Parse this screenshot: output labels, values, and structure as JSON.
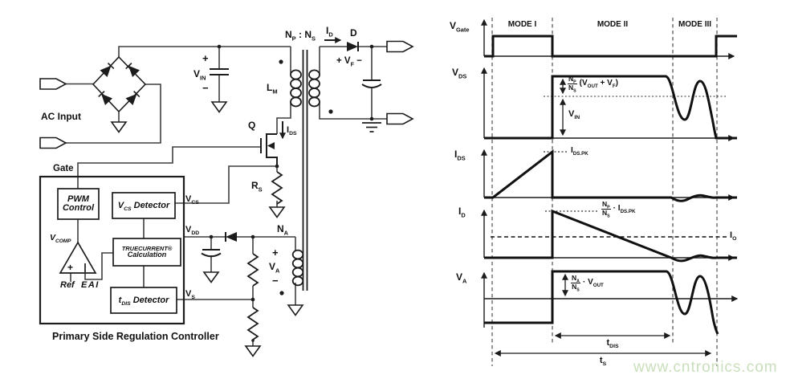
{
  "watermark": "www.cntronics.com",
  "colors": {
    "watermark": "#c9dfbb",
    "wire": "#3f3f3f",
    "ink": "#1c1c1c"
  },
  "circuit": {
    "caption": "Primary Side Regulation Controller",
    "labels": {
      "ac_input": "AC Input",
      "plus": "+",
      "minus": "−",
      "vin": {
        "m": "V",
        "s": "IN"
      },
      "np_ns": {
        "m1": "N",
        "s1": "P",
        "sep": " : ",
        "m2": "N",
        "s2": "S"
      },
      "id": {
        "m": "I",
        "s": "D"
      },
      "d": "D",
      "vf": {
        "plus": "+ ",
        "m": "V",
        "s": "F",
        "minus": " −"
      },
      "lm": {
        "m": "L",
        "s": "M"
      },
      "q": "Q",
      "ids": {
        "m": "I",
        "s": "DS"
      },
      "rs": {
        "m": "R",
        "s": "S"
      },
      "gate": "Gate",
      "na": {
        "m": "N",
        "s": "A"
      },
      "va": {
        "m": "V",
        "s": "A"
      },
      "vcs_pin": {
        "m": "V",
        "s": "CS"
      },
      "vdd_pin": {
        "m": "V",
        "s": "DD"
      },
      "vs_pin": {
        "m": "V",
        "s": "S"
      }
    },
    "controller": {
      "pwm": {
        "line1": "PWM",
        "line2": "Control"
      },
      "vcs_detector": {
        "m": "V",
        "s": "CS",
        "rest": " Detector"
      },
      "truecurrent": {
        "line1": "TRUECURRENT®",
        "line2": "Calculation"
      },
      "tdis_detector": {
        "m": "t",
        "s": "DIS",
        "rest": " Detector"
      },
      "vcomp": {
        "m": "V",
        "s": "COMP"
      },
      "ref": "Ref",
      "eai": "EAI"
    }
  },
  "waveforms": {
    "modes": [
      "MODE I",
      "MODE II",
      "MODE III"
    ],
    "rows": [
      {
        "m": "V",
        "s": "Gate"
      },
      {
        "m": "V",
        "s": "DS"
      },
      {
        "m": "I",
        "s": "DS"
      },
      {
        "m": "I",
        "s": "D"
      },
      {
        "m": "V",
        "s": "A"
      }
    ],
    "annotations": {
      "vds_level": {
        "num": {
          "m": "N",
          "s": "P"
        },
        "den": {
          "m": "N",
          "s": "S"
        },
        "open": "(",
        "v1": "V",
        "v1s": "OUT",
        "plus": " + ",
        "v2": "V",
        "v2s": "F",
        "close": ")"
      },
      "vin": {
        "m": "V",
        "s": "IN"
      },
      "ids_pk": {
        "m": "I",
        "s": "DS.PK"
      },
      "id_pk": {
        "num": {
          "m": "N",
          "s": "P"
        },
        "den": {
          "m": "N",
          "s": "S"
        },
        "dot": "·",
        "m": "I",
        "s": "DS.PK"
      },
      "io": {
        "m": "I",
        "s": "O"
      },
      "va_level": {
        "num": {
          "m": "N",
          "s": "A"
        },
        "den": {
          "m": "N",
          "s": "S"
        },
        "dot": "·",
        "m": "V",
        "s": "OUT"
      },
      "tdis": {
        "m": "t",
        "s": "DIS"
      },
      "ts": {
        "m": "t",
        "s": "S"
      }
    }
  }
}
